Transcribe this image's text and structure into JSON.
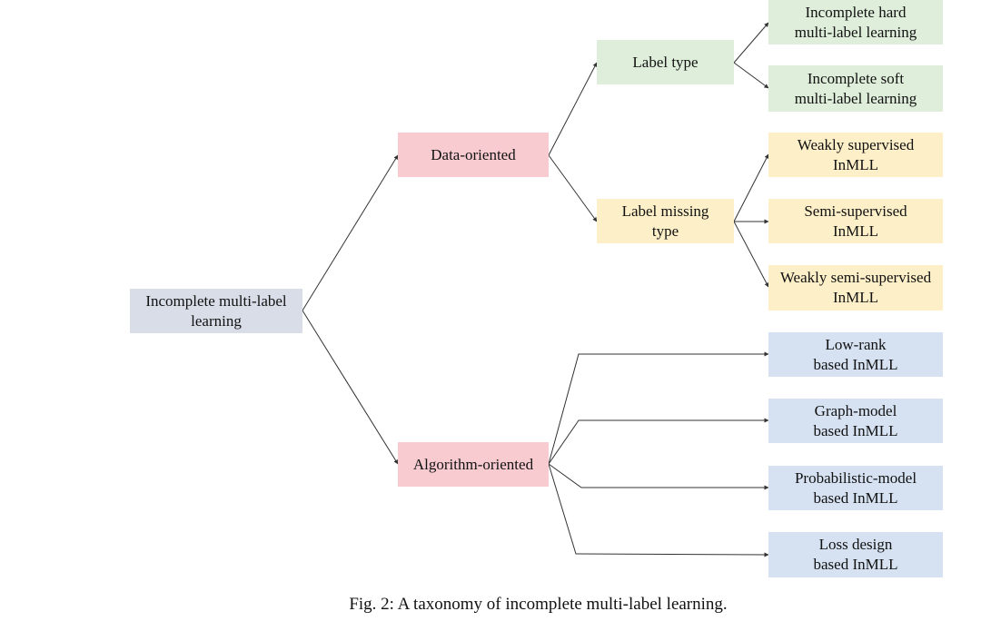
{
  "diagram": {
    "root": "Incomplete multi-label\nlearning",
    "data_oriented": "Data-oriented",
    "algorithm_oriented": "Algorithm-oriented",
    "label_type": "Label type",
    "label_missing_type": "Label missing\ntype",
    "hard_mll": "Incomplete hard\nmulti-label learning",
    "soft_mll": "Incomplete soft\nmulti-label learning",
    "weakly_supervised": "Weakly supervised\nInMLL",
    "semi_supervised": "Semi-supervised\nInMLL",
    "weakly_semi_supervised": "Weakly semi-supervised\nInMLL",
    "low_rank": "Low-rank\nbased InMLL",
    "graph_model": "Graph-model\nbased InMLL",
    "probabilistic_model": "Probabilistic-model\nbased InMLL",
    "loss_design": "Loss design\nbased InMLL"
  },
  "caption": "Fig. 2: A taxonomy of incomplete multi-label learning.",
  "colors": {
    "root": "#d9dde8",
    "category": "#f8cbd0",
    "label_type_branch": "#dfeedb",
    "label_missing_branch": "#fdefc8",
    "algorithm_branch": "#d6e2f2",
    "edge": "#333333"
  }
}
